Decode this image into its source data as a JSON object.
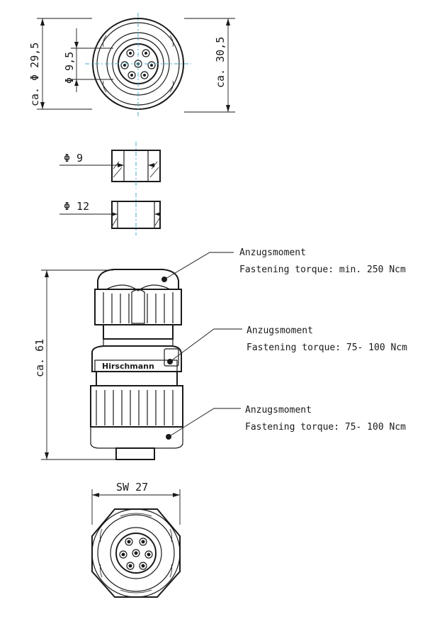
{
  "top_view": {
    "dim_outer_left": "ca. Φ 29,5",
    "dim_inner": "Φ 9,5",
    "dim_outer_right": "ca. 30,5"
  },
  "seals": {
    "seal1_label": "Φ  9",
    "seal2_label": "Φ  12"
  },
  "side_view": {
    "height_dim": "ca. 61",
    "brand_text": "Hirschmann"
  },
  "callouts": [
    {
      "title": "Anzugsmoment",
      "subtitle": "Fastening torque: min. 250 Ncm"
    },
    {
      "title": "Anzugsmoment",
      "subtitle": "Fastening torque: 75- 100 Ncm"
    },
    {
      "title": "Anzugsmoment",
      "subtitle": "Fastening torque: 75- 100 Ncm"
    }
  ],
  "bottom_view": {
    "wrench_size": "SW  27"
  }
}
